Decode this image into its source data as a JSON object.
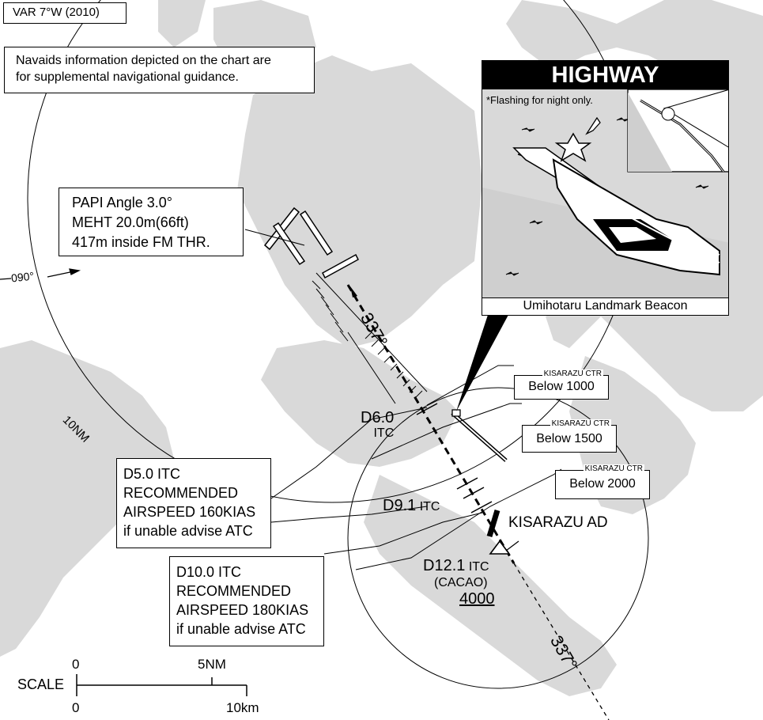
{
  "variation": "VAR 7°W (2010)",
  "notice": [
    "Navaids information depicted on the chart are",
    "for supplemental navigational guidance."
  ],
  "papi_box": [
    "PAPI Angle 3.0°",
    "MEHT 20.0m(66ft)",
    "417m inside FM THR."
  ],
  "bearing_label": "090°",
  "range_ring_label": "10NM",
  "course_label": "337°",
  "course_label_lower": "337°",
  "fixes": {
    "d6": {
      "dist": "D6.0",
      "name": "ITC"
    },
    "d9": {
      "dist": "D9.1",
      "name": "ITC"
    },
    "d12": {
      "dist": "D12.1",
      "name": "ITC",
      "fix": "(CACAO)",
      "alt": "4000"
    }
  },
  "d5_box": [
    "D5.0 ITC",
    "RECOMMENDED",
    "AIRSPEED 160KIAS",
    "if unable advise ATC"
  ],
  "d10_box": [
    "D10.0 ITC",
    "RECOMMENDED",
    "AIRSPEED 180KIAS",
    "if unable advise ATC"
  ],
  "ctr_boxes": [
    {
      "caption": "KISARAZU CTR",
      "value": "Below 1000"
    },
    {
      "caption": "KISARAZU CTR",
      "value": "Below 1500"
    },
    {
      "caption": "KISARAZU CTR",
      "value": "Below 2000"
    }
  ],
  "airport": "KISARAZU AD",
  "inset": {
    "title": "HIGHWAY",
    "note": "*Flashing for night only.",
    "caption": "Umihotaru Landmark Beacon"
  },
  "scale": {
    "label": "SCALE",
    "nm_start": "0",
    "nm_mid": "5NM",
    "km_start": "0",
    "km_end": "10km"
  },
  "colors": {
    "land": "#d9d9d9",
    "ink": "#000000",
    "paper": "#ffffff"
  }
}
